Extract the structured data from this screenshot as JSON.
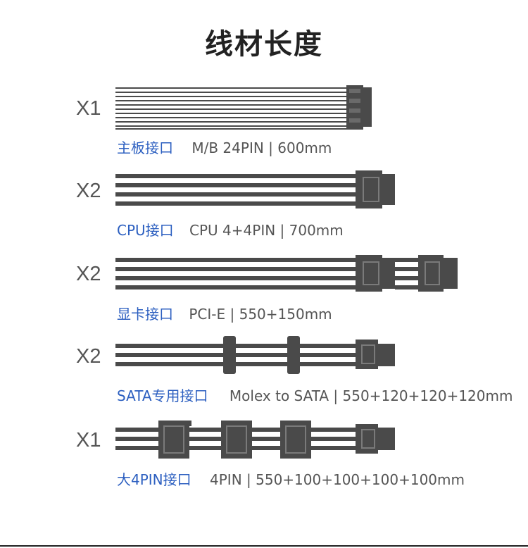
{
  "title": "线材长度",
  "cables": [
    {
      "qty": "X1",
      "name": "主板接口",
      "spec": "M/B 24PIN | 600mm"
    },
    {
      "qty": "X2",
      "name": "CPU接口",
      "spec": "CPU 4+4PIN | 700mm"
    },
    {
      "qty": "X2",
      "name": "显卡接口",
      "spec": "PCI-E | 550+150mm"
    },
    {
      "qty": "X2",
      "name": "SATA专用接口",
      "spec": "Molex to SATA | 550+120+120+120mm"
    },
    {
      "qty": "X1",
      "name": "大4PIN接口",
      "spec": "4PIN | 550+100+100+100+100mm"
    }
  ]
}
